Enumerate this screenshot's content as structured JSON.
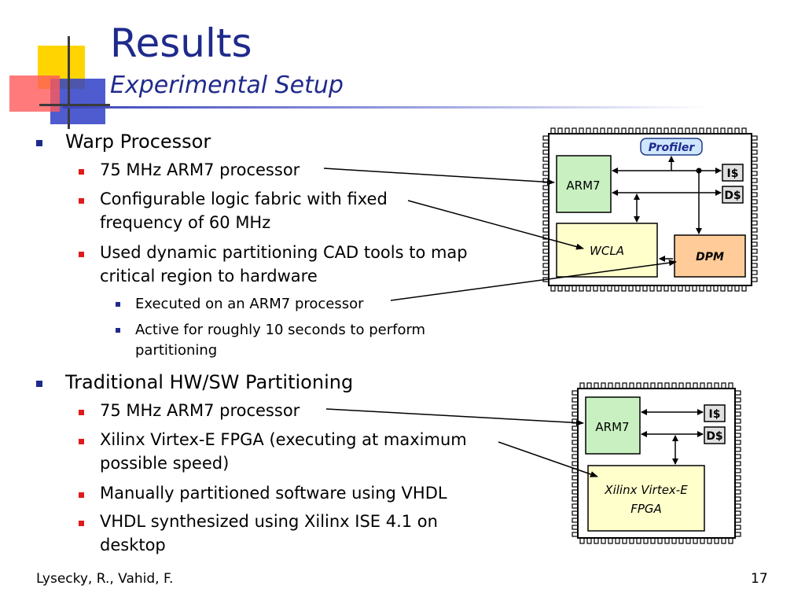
{
  "slide": {
    "title": "Results",
    "subtitle": "Experimental Setup",
    "footer_left": "Lysecky, R., Vahid, F.",
    "page_number": "17"
  },
  "bullets": [
    {
      "level": 1,
      "text": "Warp Processor"
    },
    {
      "level": 2,
      "text": "75 MHz ARM7 processor"
    },
    {
      "level": 2,
      "text": "Configurable logic fabric with fixed",
      "text2": "frequency of 60 MHz"
    },
    {
      "level": 2,
      "text": "Used dynamic partitioning CAD tools to map",
      "text2": "critical region to hardware"
    },
    {
      "level": 3,
      "text": "Executed on an ARM7 processor"
    },
    {
      "level": 3,
      "text": "Active for roughly 10 seconds to perform",
      "text2": "partitioning"
    },
    {
      "level": 1,
      "text": "Traditional HW/SW Partitioning"
    },
    {
      "level": 2,
      "text": "75 MHz ARM7 processor"
    },
    {
      "level": 2,
      "text": "Xilinx Virtex-E FPGA (executing at maximum",
      "text2": "possible speed)"
    },
    {
      "level": 2,
      "text": "Manually partitioned software using VHDL"
    },
    {
      "level": 2,
      "text": "VHDL synthesized using Xilinx ISE 4.1 on",
      "text2": "desktop"
    }
  ],
  "diagram_warp": {
    "arm7": "ARM7",
    "profiler": "Profiler",
    "icache": "I$",
    "dcache": "D$",
    "wcla": "WCLA",
    "dpm": "DPM"
  },
  "diagram_traditional": {
    "arm7": "ARM7",
    "icache": "I$",
    "dcache": "D$",
    "fpga_line1": "Xilinx Virtex-E",
    "fpga_line2": "FPGA"
  },
  "colors": {
    "title": "#1f2a8c",
    "arm7_fill": "#c8f0c0",
    "wcla_fill": "#ffffcc",
    "dpm_fill": "#ffcc99",
    "profiler_fill": "#cfe6ff"
  }
}
